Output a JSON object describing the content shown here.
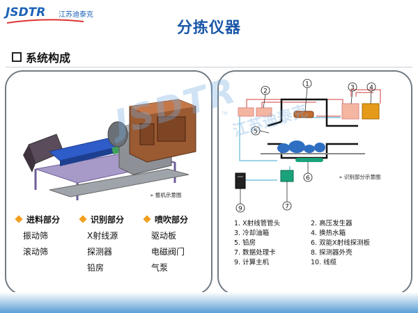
{
  "header": {
    "logo_text": "JSDTR",
    "logo_cn": "江苏迪泰克",
    "title": "分拣仪器",
    "section_title": "系统构成"
  },
  "left_panel": {
    "caption": "整机示意图",
    "categories": [
      {
        "label": "进料部分",
        "items": [
          "振动筛",
          "滚动筛"
        ]
      },
      {
        "label": "识别部分",
        "items": [
          "X射线源",
          "探测器",
          "铅房"
        ]
      },
      {
        "label": "喷吹部分",
        "items": [
          "驱动板",
          "电磁阀门",
          "气泵"
        ]
      }
    ]
  },
  "right_panel": {
    "caption": "识别部分示意图",
    "markers": [
      "1",
      "2",
      "3",
      "4",
      "5",
      "6",
      "7",
      "9"
    ],
    "legend": [
      "1. X射线管管头",
      "2. 高压发生器",
      "3. 冷却油箱",
      "4. 换热水箱",
      "5. 铅房",
      "6. 双能X射线探测板",
      "7. 数据处理卡",
      "8. 探测器外壳",
      "9. 计算主机",
      "10. 线缆"
    ]
  },
  "watermark": {
    "text": "JSDTR",
    "cn": "江苏迪泰克",
    "tm": "TM"
  },
  "colors": {
    "brand_blue": "#1b57a8",
    "accent_orange": "#f0a020",
    "panel_border": "#707a84",
    "diagram_red": "#d23b3b",
    "diagram_cyan": "#5fb8d8",
    "diagram_green": "#1aa37a",
    "diagram_orange": "#e59a1a",
    "diagram_salmon": "#f4b6a0"
  },
  "icons": [
    "hollow-square-icon",
    "orange-diamond-icon",
    "arrow-caption-icon"
  ]
}
